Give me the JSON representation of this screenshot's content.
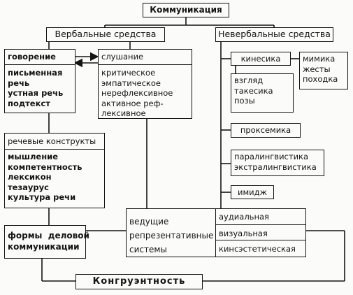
{
  "diagram": {
    "root": "Коммуникация",
    "verbal": "Вербальные средства",
    "nonverbal": "Невербальные средства",
    "speaking": {
      "title": "говорение",
      "items": [
        "письменная",
        "речь",
        "устная речь",
        "подтекст"
      ]
    },
    "listening": {
      "title": "слушание",
      "items": [
        "критическое",
        "эмпатическое",
        "нерефлексивное",
        "активное реф-",
        "лексивное"
      ]
    },
    "speech_constructs": {
      "title": "речевые конструкты",
      "items": [
        "мышление",
        "компетентность",
        "лексикон",
        "тезаурус",
        "культура речи"
      ]
    },
    "business_forms": [
      "формы  деловой",
      "коммуникации"
    ],
    "representative": [
      "ведущие",
      "репрезентативные",
      "системы"
    ],
    "rep_items": [
      "аудиальная",
      "визуальная",
      "кинсэстетическая"
    ],
    "kinesics": "кинесика",
    "kinesics_items": [
      "взгляд",
      "такесика",
      "позы"
    ],
    "mimics": [
      "мимика",
      "жесты",
      "походка"
    ],
    "proxemics": "проксемика",
    "paralinguistics": [
      "паралингвистика",
      "экстралингвистика"
    ],
    "image": "имидж",
    "congruence": "Конгруэнтность"
  }
}
